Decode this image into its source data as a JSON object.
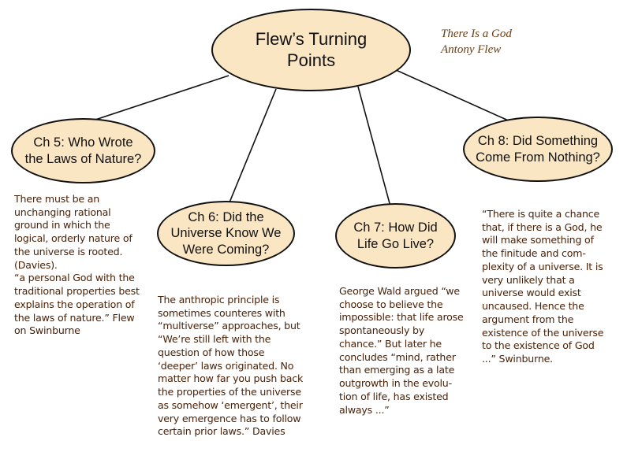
{
  "diagram": {
    "root": {
      "label": "Flew’s Turning\nPoints"
    },
    "credit": {
      "title": "There Is a God",
      "author": "Antony Flew"
    },
    "chapters": [
      {
        "label": "Ch 5: Who Wrote\nthe Laws of Nature?",
        "text": "There must be an\nunchanging rational\nground in which the\nlogical, orderly nature of\nthe universe is rooted.\n(Davies).\n“a personal God with the\ntraditional properties best\nexplains the operation of\nthe  laws of nature.”  Flew\non Swinburne"
      },
      {
        "label": "Ch 6: Did the\nUniverse Know We\nWere Coming?",
        "text": "The anthropic principle is\nsometimes counteres with\n“multiverse” approaches, but\n“We’re still left with the\nquestion of how those\n‘deeper’ laws originated. No\nmatter how far you push back\nthe properties of the universe\nas somehow ‘emergent’, their\nvery emergence has to follow\ncertain prior laws.” Davies"
      },
      {
        "label": "Ch 7: How Did\nLife Go Live?",
        "text": "George Wald argued “we\nchoose to believe the\nimpossible: that life arose\nspontaneously  by\nchance.”  But later he\nconcludes  “mind, rather\nthan emerging as a late\noutgrowth in the evolu-\ntion of life, has existed\nalways ...”"
      },
      {
        "label": "Ch 8: Did Something\nCome From Nothing?",
        "text": "“There is quite a chance\nthat, if there is a God, he\nwill make something of\nthe finitude and com-\nplexity of a universe. It is\nvery unlikely that a\nuniverse would exist\nuncaused. Hence the\nargument from the\nexistence of the universe\nto the existence of God\n...” Swinburne."
      }
    ]
  }
}
